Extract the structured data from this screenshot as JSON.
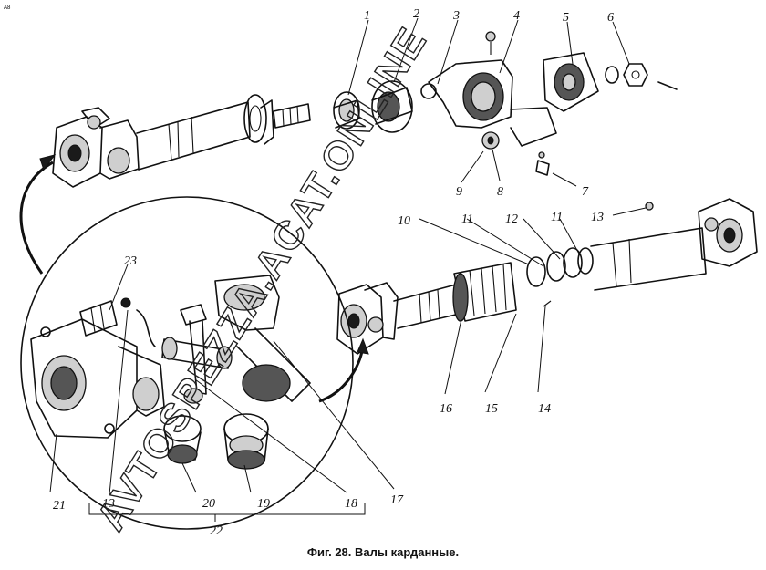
{
  "figure": {
    "caption": "Фиг. 28. Валы карданные.",
    "watermark": "AVTOSPEZZA.ACAT.ONLINE",
    "corner_mark": "A8"
  },
  "callouts": [
    {
      "id": "1",
      "text": "1"
    },
    {
      "id": "2",
      "text": "2"
    },
    {
      "id": "3",
      "text": "3"
    },
    {
      "id": "4",
      "text": "4"
    },
    {
      "id": "5",
      "text": "5"
    },
    {
      "id": "6",
      "text": "6"
    },
    {
      "id": "7",
      "text": "7"
    },
    {
      "id": "8",
      "text": "8"
    },
    {
      "id": "9",
      "text": "9"
    },
    {
      "id": "10",
      "text": "10"
    },
    {
      "id": "11a",
      "text": "11"
    },
    {
      "id": "11b",
      "text": "11"
    },
    {
      "id": "12",
      "text": "12"
    },
    {
      "id": "13a",
      "text": "13"
    },
    {
      "id": "13b",
      "text": "13"
    },
    {
      "id": "14",
      "text": "14"
    },
    {
      "id": "15",
      "text": "15"
    },
    {
      "id": "16",
      "text": "16"
    },
    {
      "id": "17",
      "text": "17"
    },
    {
      "id": "18",
      "text": "18"
    },
    {
      "id": "19",
      "text": "19"
    },
    {
      "id": "20",
      "text": "20"
    },
    {
      "id": "21",
      "text": "21"
    },
    {
      "id": "22",
      "text": "22"
    },
    {
      "id": "23",
      "text": "23"
    }
  ]
}
